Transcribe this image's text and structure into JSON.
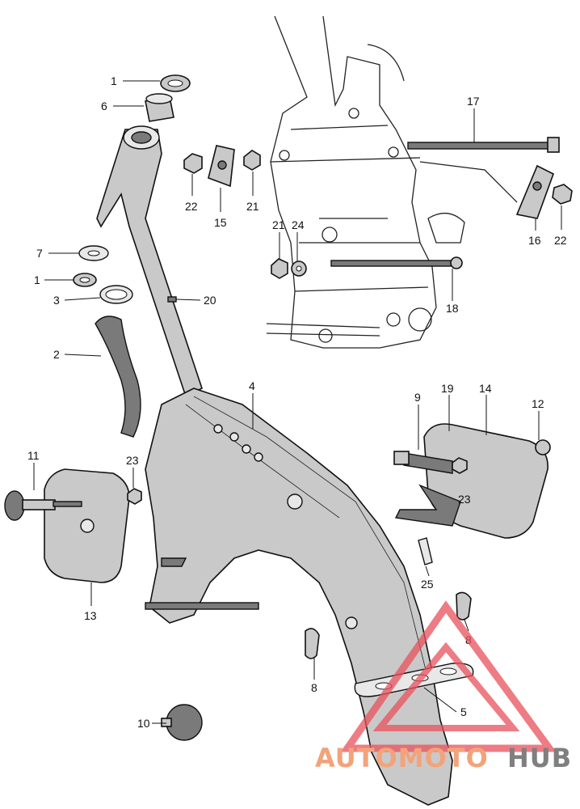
{
  "labels": {
    "p1a": "1",
    "p6": "6",
    "p22a": "22",
    "p15": "15",
    "p21a": "21",
    "p17": "17",
    "p16": "16",
    "p22b": "22",
    "p7": "7",
    "p1b": "1",
    "p3": "3",
    "p2": "2",
    "p20": "20",
    "p21b": "21",
    "p24": "24",
    "p18": "18",
    "p4": "4",
    "p9": "9",
    "p19": "19",
    "p14": "14",
    "p12": "12",
    "p11": "11",
    "p23a": "23",
    "p23b": "23",
    "p13": "13",
    "p25": "25",
    "p8a": "8",
    "p8b": "8",
    "p5": "5",
    "p10": "10"
  },
  "watermark": {
    "text_auto": "AUTOMOTO",
    "text_hub": "HUB",
    "color_triangle": "#e8505b",
    "color_auto": "#f2a37a",
    "color_hub": "#7f7f7f"
  }
}
